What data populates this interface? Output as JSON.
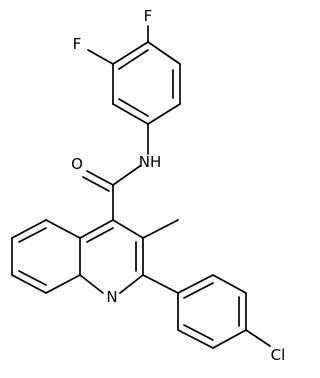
{
  "molecule": {
    "atoms": {
      "f_top": "F",
      "f_left": "F",
      "nh": "NH",
      "o": "O",
      "n_ring": "N",
      "cl": "Cl"
    },
    "colors": {
      "bond": "#000000",
      "text": "#000000",
      "background": "#ffffff"
    }
  }
}
